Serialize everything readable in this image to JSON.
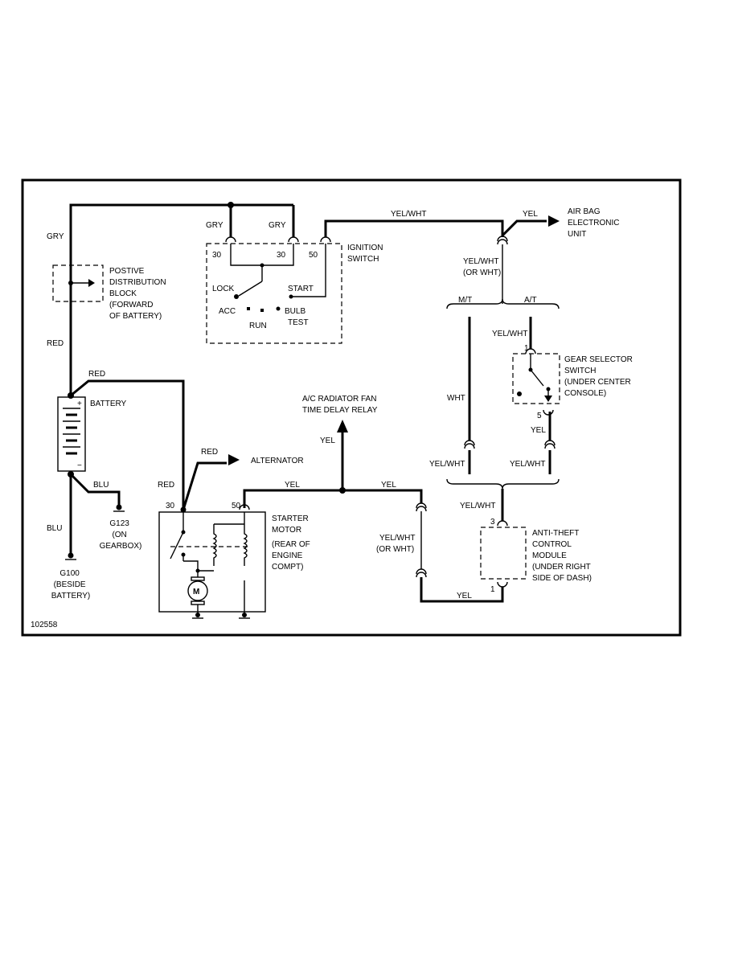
{
  "diagram_id": "102558",
  "wire_colors": {
    "gry_battery_feed": "GRY",
    "red_main": "RED",
    "red_starter_feed": "RED",
    "red_alternator": "RED",
    "red_starter_30": "RED",
    "blu_ground_g123": "BLU",
    "blu_ground_g100": "BLU",
    "gry_ignition_1": "GRY",
    "gry_ignition_2": "GRY",
    "yelwht_top": "YEL/WHT",
    "yel_airbag": "YEL",
    "yelwht_airbag_drop": "YEL/WHT",
    "or_wht_airbag_drop": "(OR WHT)",
    "mt_label": "M/T",
    "at_label": "A/T",
    "yelwht_gear_in": "YEL/WHT",
    "wht_mt": "WHT",
    "yel_gear_out": "YEL",
    "yelwht_mt_lower": "YEL/WHT",
    "yelwht_at_lower": "YEL/WHT",
    "yelwht_antitheft_in": "YEL/WHT",
    "yel_fan_relay": "YEL",
    "yel_starter_50": "YEL",
    "yel_right": "YEL",
    "yelwht_right_vertical": "YEL/WHT",
    "or_wht_right_vertical": "(OR WHT)",
    "yel_bottom": "YEL"
  },
  "components": {
    "positive_distribution_block": [
      "POSTIVE",
      "DISTRIBUTION",
      "BLOCK",
      "(FORWARD",
      "OF BATTERY)"
    ],
    "battery": {
      "label": "BATTERY",
      "plus": "+",
      "minus": "−"
    },
    "g123": [
      "G123",
      "(ON",
      "GEARBOX)"
    ],
    "g100": [
      "G100",
      "(BESIDE",
      "BATTERY)"
    ],
    "ignition_switch": {
      "label": [
        "IGNITION",
        "SWITCH"
      ],
      "pins": [
        "30",
        "30",
        "50"
      ],
      "positions": [
        "LOCK",
        "ACC",
        "RUN",
        "START"
      ],
      "bulb_test": [
        "BULB",
        "TEST"
      ]
    },
    "air_bag": [
      "AIR BAG",
      "ELECTRONIC",
      "UNIT"
    ],
    "gear_selector": {
      "label": [
        "GEAR SELECTOR",
        "SWITCH",
        "(UNDER CENTER",
        "CONSOLE)"
      ],
      "pins": [
        "1",
        "5"
      ]
    },
    "ac_fan_relay": [
      "A/C RADIATOR FAN",
      "TIME DELAY RELAY"
    ],
    "alternator": "ALTERNATOR",
    "starter_motor": {
      "label": [
        "STARTER",
        "MOTOR"
      ],
      "location": [
        "(REAR OF",
        "ENGINE",
        "COMPT)"
      ],
      "pins": [
        "30",
        "50"
      ],
      "motor_symbol": "M"
    },
    "anti_theft": {
      "label": [
        "ANTI-THEFT",
        "CONTROL",
        "MODULE",
        "(UNDER RIGHT",
        "SIDE OF DASH)"
      ],
      "pins": [
        "3",
        "1"
      ]
    }
  }
}
